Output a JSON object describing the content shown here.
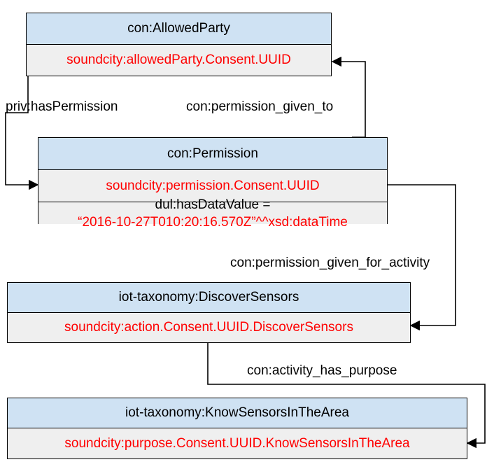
{
  "nodes": {
    "allowed_party": {
      "title": "con:AllowedParty",
      "instance": "soundcity:allowedParty.Consent.UUID"
    },
    "permission": {
      "title": "con:Permission",
      "instance": "soundcity:permission.Consent.UUID",
      "data_value_label": "dul:hasDataValue =",
      "data_value": "“2016-10-27T010:20:16.570Z”^^xsd:dataTime"
    },
    "discover_sensors": {
      "title": "iot-taxonomy:DiscoverSensors",
      "instance": "soundcity:action.Consent.UUID.DiscoverSensors"
    },
    "know_sensors": {
      "title": "iot-taxonomy:KnowSensorsInTheArea",
      "instance": "soundcity:purpose.Consent.UUID.KnowSensorsInTheArea"
    }
  },
  "edges": {
    "has_permission": "priv:hasPermission",
    "permission_given_to": "con:permission_given_to",
    "permission_given_for_activity": "con:permission_given_for_activity",
    "activity_has_purpose": "con:activity_has_purpose"
  },
  "colors": {
    "header_fill": "#cfe2f3",
    "row_fill": "#efefef",
    "instance_text": "#ff0000"
  }
}
